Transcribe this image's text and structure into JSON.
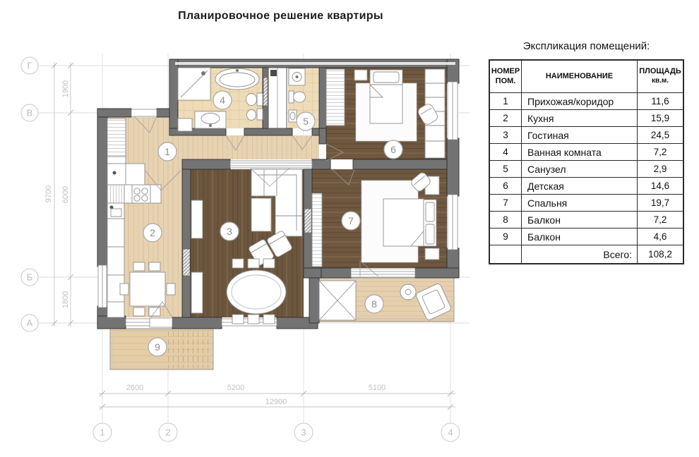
{
  "page": {
    "title": "Планировочное решение квартиры"
  },
  "legend": {
    "title": "Экспликация помещений:",
    "header": {
      "col1_line1": "НОМЕР",
      "col1_line2": "ПОМ.",
      "col2": "НАИМЕНОВАНИЕ",
      "col3_line1": "ПЛОЩАДЬ",
      "col3_line2": "кв.м."
    },
    "rows": [
      {
        "num": "1",
        "name": "Прихожая/коридор",
        "area": "11,6"
      },
      {
        "num": "2",
        "name": "Кухня",
        "area": "15,9"
      },
      {
        "num": "3",
        "name": "Гостиная",
        "area": "24,5"
      },
      {
        "num": "4",
        "name": "Ванная комната",
        "area": "7,2"
      },
      {
        "num": "5",
        "name": "Санузел",
        "area": "2,9"
      },
      {
        "num": "6",
        "name": "Детская",
        "area": "14,6"
      },
      {
        "num": "7",
        "name": "Спальня",
        "area": "19,7"
      },
      {
        "num": "8",
        "name": "Балкон",
        "area": "7,2"
      },
      {
        "num": "9",
        "name": "Балкон",
        "area": "4,6"
      }
    ],
    "total_label": "Всего:",
    "total_value": "108,2"
  },
  "plan": {
    "rooms": [
      {
        "num": "1"
      },
      {
        "num": "2"
      },
      {
        "num": "3"
      },
      {
        "num": "4"
      },
      {
        "num": "5"
      },
      {
        "num": "6"
      },
      {
        "num": "7"
      },
      {
        "num": "8"
      },
      {
        "num": "9"
      }
    ],
    "axes_left": [
      {
        "label": "Г"
      },
      {
        "label": "В"
      },
      {
        "label": "Б"
      },
      {
        "label": "А"
      }
    ],
    "axes_bottom": [
      {
        "label": "1"
      },
      {
        "label": "2"
      },
      {
        "label": "3"
      },
      {
        "label": "4"
      }
    ],
    "dims_left": [
      {
        "value": "1900"
      },
      {
        "value": "6000"
      },
      {
        "value": "1800"
      }
    ],
    "dim_left_total": "9700",
    "dims_bottom": [
      {
        "value": "2600"
      },
      {
        "value": "5200"
      },
      {
        "value": "5100"
      }
    ],
    "dim_bottom_total": "12900"
  },
  "colors": {
    "wall": "#737373",
    "wood_light": "#e7d2b2",
    "wood_dark": "#6d563e",
    "tile": "#eedcb8",
    "dimension_gray": "#c4c4c4",
    "table_border": "#2b2b2b"
  }
}
